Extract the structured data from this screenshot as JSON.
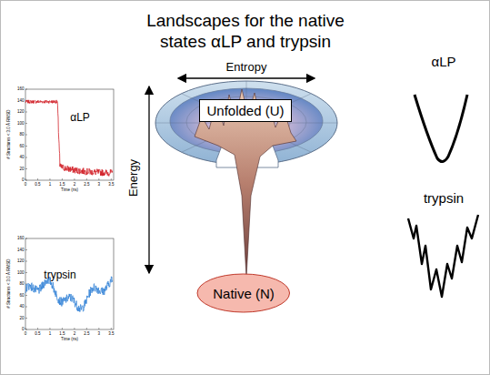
{
  "diagram": {
    "title": "Landscapes for the native states αLP and trypsin",
    "nodes": [
      {
        "text": [
          "Unfolded (U)"
        ]
      },
      {
        "text": [
          "Native (N)"
        ]
      }
    ],
    "labels": [
      "Entropy",
      "Energy",
      "αLP",
      "trypsin",
      "αLP",
      "trypsin",
      "# Structures < 3.0 Å RMSD",
      "Time (ns)",
      "# Structures < 3.0 Å RMSD",
      "Time (ns)",
      "0",
      "20",
      "40",
      "60",
      "80",
      "100",
      "120",
      "140",
      "160",
      "0",
      "0.5",
      "1",
      "1.5",
      "2",
      "2.5",
      "3",
      "3.5",
      "0",
      "20",
      "40",
      "60",
      "80",
      "100",
      "120",
      "140",
      "160",
      "0",
      "0.5",
      "1",
      "1.5",
      "2",
      "2.5",
      "3",
      "3.5"
    ]
  }
}
